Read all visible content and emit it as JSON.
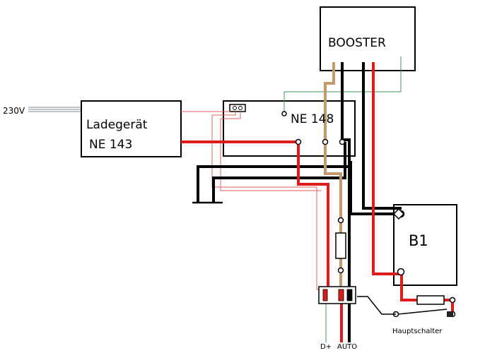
{
  "labels": {
    "mains": "230V",
    "charger_name": "Ladegerät",
    "charger_model": "NE 143",
    "panel_model": "NE 148",
    "booster": "BOOSTER",
    "battery": "B1",
    "main_switch": "Hauptschalter",
    "d_plus": "D+",
    "auto": "AUTO"
  },
  "colors": {
    "black_wire": "#000000",
    "red_wire": "#e01b1b",
    "brown_wire": "#c49a6c",
    "green_wire": "#3a9a5a",
    "thin_red_wire": "#e06060",
    "mains_wire": "#7a8a9a"
  }
}
